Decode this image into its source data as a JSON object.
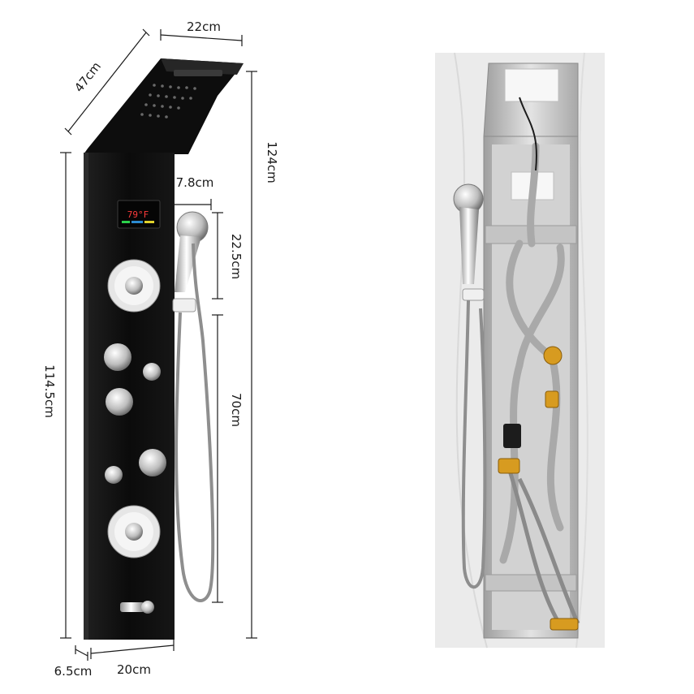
{
  "dimensions": {
    "head_width": "22cm",
    "head_depth": "47cm",
    "total_height": "124cm",
    "arm_spacing": "7.8cm",
    "handset_length": "22.5cm",
    "hose_height": "70cm",
    "panel_height": "114.5cm",
    "panel_depth": "6.5cm",
    "panel_width": "20cm"
  },
  "display": {
    "temperature_readout": "79°F"
  },
  "colors": {
    "panel": "#111111",
    "chrome": "#d9d9d9",
    "backdrop": "#e9e9e9",
    "frame": "#bfbfbf",
    "brass": "#d79b20",
    "hose": "#c9c9c9"
  }
}
